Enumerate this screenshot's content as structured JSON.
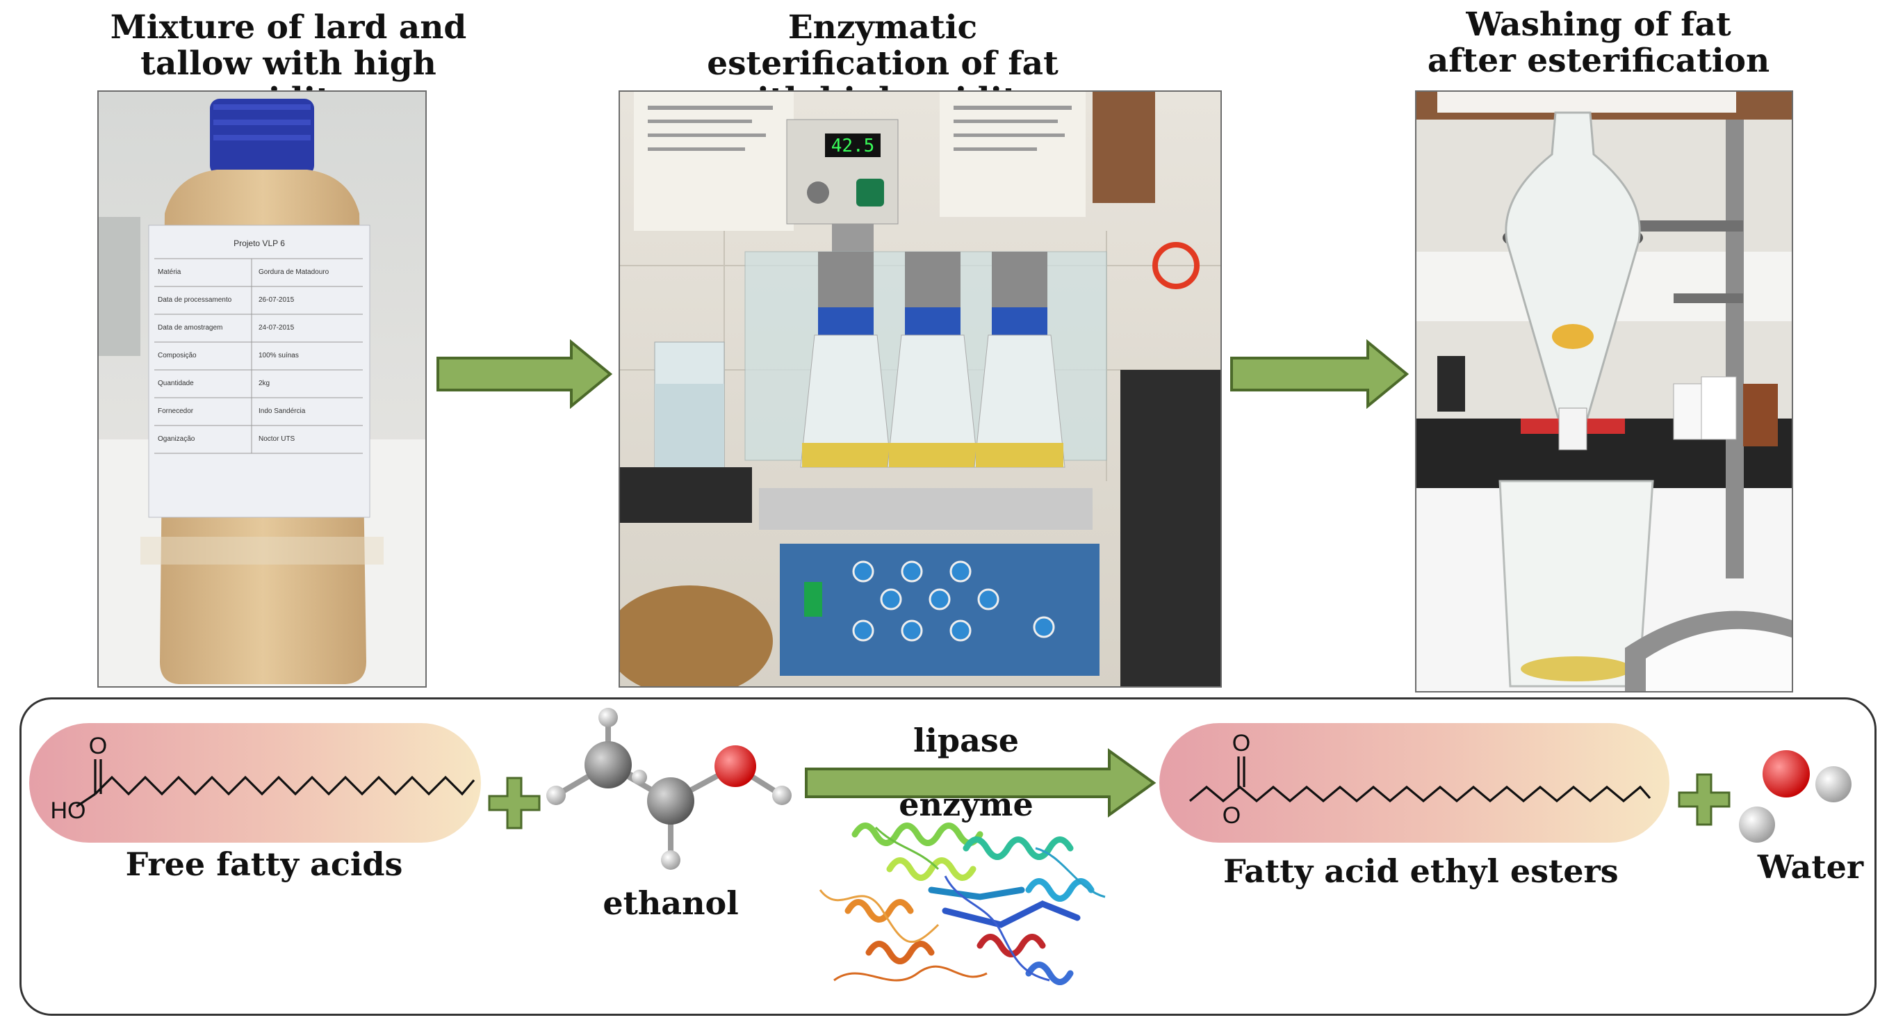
{
  "titles": {
    "photo1": "Mixture of lard and tallow with high acidity",
    "photo2": "Enzymatic esterification of fat with high acidity",
    "photo3": "Washing of fat after esterification"
  },
  "photo_text": {
    "label_header": "Projeto VLP 6",
    "label_rows": [
      [
        "Matéria",
        "Gordura de Matadouro"
      ],
      [
        "Data de processamento",
        "26-07-2015"
      ],
      [
        "Data de amostragem",
        "24-07-2015"
      ],
      [
        "Composição",
        "100% suínas"
      ],
      [
        "Quantidade",
        "2kg"
      ],
      [
        "Fornecedor",
        "Indo Sandércia"
      ],
      [
        "Oganização",
        "Noctor UTS"
      ]
    ],
    "display": "42.5"
  },
  "scheme": {
    "reactant1_label": "Free fatty acids",
    "reactant1_O": "O",
    "reactant1_HO": "HO",
    "reactant2_label": "ethanol",
    "catalyst_top": "lipase",
    "catalyst_bottom": "enzyme",
    "product1_label": "Fatty acid ethyl esters",
    "product1_O_top": "O",
    "product1_O_bottom": "O",
    "product2_label": "Water"
  },
  "colors": {
    "arrow_green": "#8cb05c",
    "arrow_green_outline": "#4c6a2a",
    "pill_left": "#e5a0a8",
    "pill_right": "#f7e6c3",
    "oxygen_red": "#e02020",
    "carbon_grey": "#777777"
  }
}
